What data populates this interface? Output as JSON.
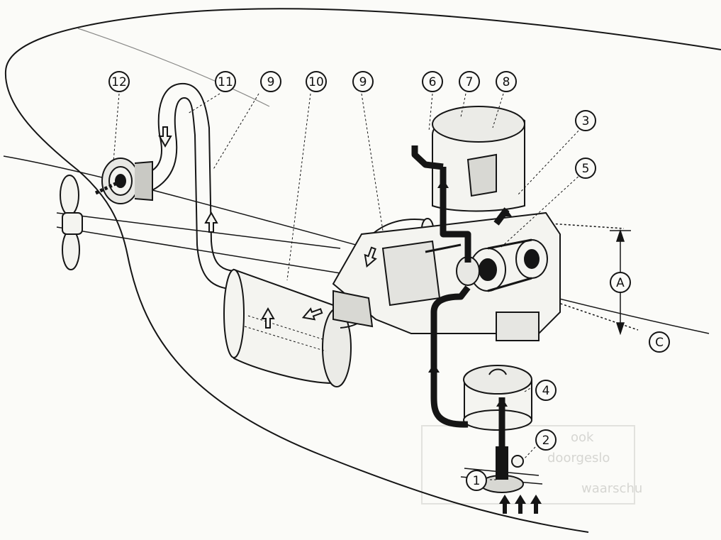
{
  "callouts": {
    "c1": "1",
    "c2": "2",
    "c3": "3",
    "c4": "4",
    "c5": "5",
    "c6": "6",
    "c7": "7",
    "c8": "8",
    "c9a": "9",
    "c9b": "9",
    "c10": "10",
    "c11": "11",
    "c12": "12",
    "cA": "A",
    "cC": "C"
  },
  "bleed_through": {
    "line1": "ook",
    "line2": "doorgeslo",
    "line3": "waarschu"
  },
  "colors": {
    "ink": "#151515",
    "paper": "#fbfbf8",
    "pipe_fill": "#f4f4f0",
    "ghost": "#d6d6d2"
  },
  "icons": [
    "flow-arrow-icon",
    "thru-hull-icon",
    "strainer-icon",
    "engine-icon",
    "muffler-icon",
    "propeller-icon"
  ]
}
